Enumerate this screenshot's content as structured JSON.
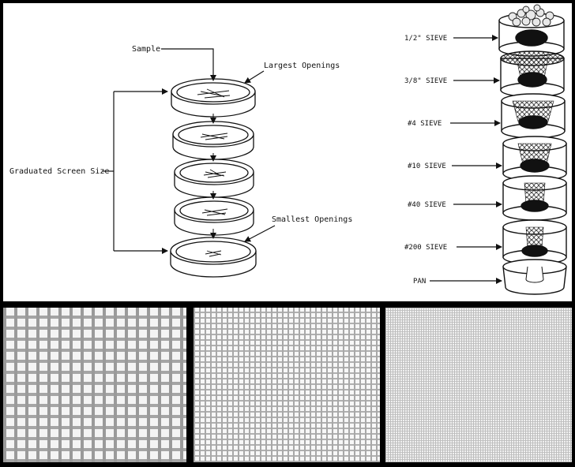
{
  "left_diagram": {
    "sample_label": "Sample",
    "largest_label": "Largest Openings",
    "smallest_label": "Smallest Openings",
    "graduated_label": "Graduated Screen Size"
  },
  "right_diagram": {
    "sieves": [
      "1/2\" SIEVE",
      "3/8\" SIEVE",
      "#4 SIEVE",
      "#10 SIEVE",
      "#40 SIEVE",
      "#200 SIEVE",
      "PAN"
    ]
  },
  "colors": {
    "ink": "#111111",
    "paper": "#ffffff",
    "frame": "#000000"
  }
}
